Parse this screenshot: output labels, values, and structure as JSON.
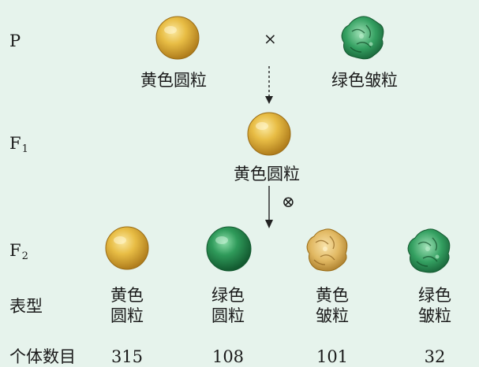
{
  "generations": {
    "p": "P",
    "f1_base": "F",
    "f1_sub": "1",
    "f2_base": "F",
    "f2_sub": "2"
  },
  "symbols": {
    "cross": "×",
    "selfing": "⊗"
  },
  "parents": [
    {
      "label": "黄色圆粒",
      "seed_color": "yellow",
      "seed_shape": "round"
    },
    {
      "label": "绿色皱粒",
      "seed_color": "green",
      "seed_shape": "wrinkled"
    }
  ],
  "f1": {
    "label": "黄色圆粒",
    "seed_color": "yellow",
    "seed_shape": "round"
  },
  "f2": {
    "phenotype_header": "表型",
    "count_header": "个体数目",
    "columns": [
      {
        "line1": "黄色",
        "line2": "圆粒",
        "count": "315",
        "seed_color": "yellow",
        "seed_shape": "round"
      },
      {
        "line1": "绿色",
        "line2": "圆粒",
        "count": "108",
        "seed_color": "green",
        "seed_shape": "round"
      },
      {
        "line1": "黄色",
        "line2": "皱粒",
        "count": "101",
        "seed_color": "yellow",
        "seed_shape": "wrinkled"
      },
      {
        "line1": "绿色",
        "line2": "皱粒",
        "count": "32",
        "seed_color": "green",
        "seed_shape": "wrinkled"
      }
    ]
  },
  "colors": {
    "background": "#e6f3ec",
    "yellow_seed": "#e3b43c",
    "green_seed": "#2f9a5a"
  }
}
